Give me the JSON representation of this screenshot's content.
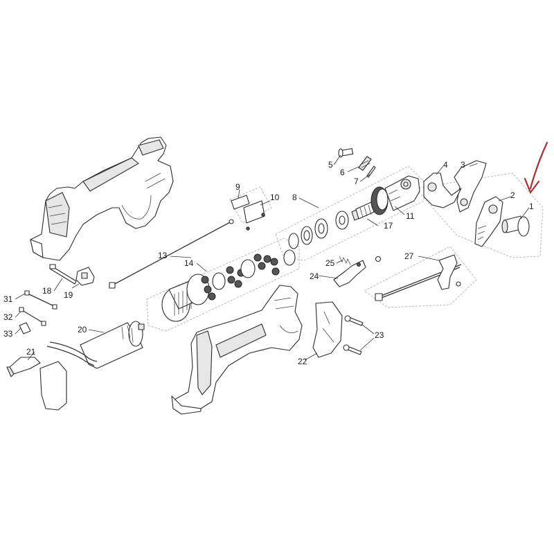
{
  "colors": {
    "arrow": "#b22a2a",
    "line": "#2b2b2b",
    "group_outline": "#b0b0b0"
  },
  "callouts": [
    {
      "id": "1",
      "label": "1"
    },
    {
      "id": "2",
      "label": "2"
    },
    {
      "id": "3",
      "label": "3"
    },
    {
      "id": "4",
      "label": "4"
    },
    {
      "id": "5",
      "label": "5"
    },
    {
      "id": "6",
      "label": "6"
    },
    {
      "id": "7",
      "label": "7"
    },
    {
      "id": "8",
      "label": "8"
    },
    {
      "id": "9",
      "label": "9"
    },
    {
      "id": "10",
      "label": "10"
    },
    {
      "id": "11",
      "label": "11"
    },
    {
      "id": "13",
      "label": "13"
    },
    {
      "id": "14",
      "label": "14"
    },
    {
      "id": "17",
      "label": "17"
    },
    {
      "id": "18",
      "label": "18"
    },
    {
      "id": "19",
      "label": "19"
    },
    {
      "id": "20",
      "label": "20"
    },
    {
      "id": "21",
      "label": "21"
    },
    {
      "id": "22",
      "label": "22"
    },
    {
      "id": "23",
      "label": "23"
    },
    {
      "id": "24",
      "label": "24"
    },
    {
      "id": "25",
      "label": "25"
    },
    {
      "id": "27",
      "label": "27"
    },
    {
      "id": "31",
      "label": "31"
    },
    {
      "id": "32",
      "label": "32"
    },
    {
      "id": "33",
      "label": "33"
    }
  ]
}
